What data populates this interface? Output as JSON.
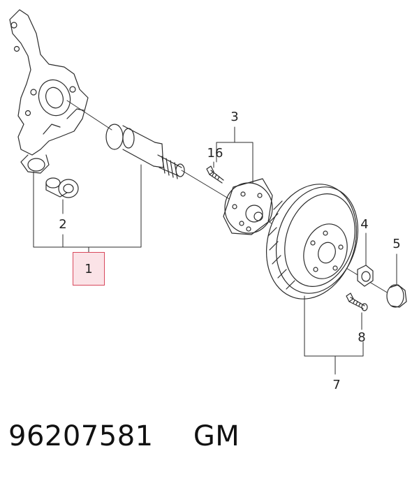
{
  "callouts": {
    "c1": "1",
    "c2": "2",
    "c3": "3",
    "c4": "4",
    "c5": "5",
    "c7": "7",
    "c8": "8",
    "c16": "16"
  },
  "footer": {
    "part_number": "96207581",
    "brand": "GM"
  },
  "colors": {
    "line": "#2b2b2b",
    "highlight_border": "#d8485c",
    "highlight_fill": "#fbe3e7"
  }
}
